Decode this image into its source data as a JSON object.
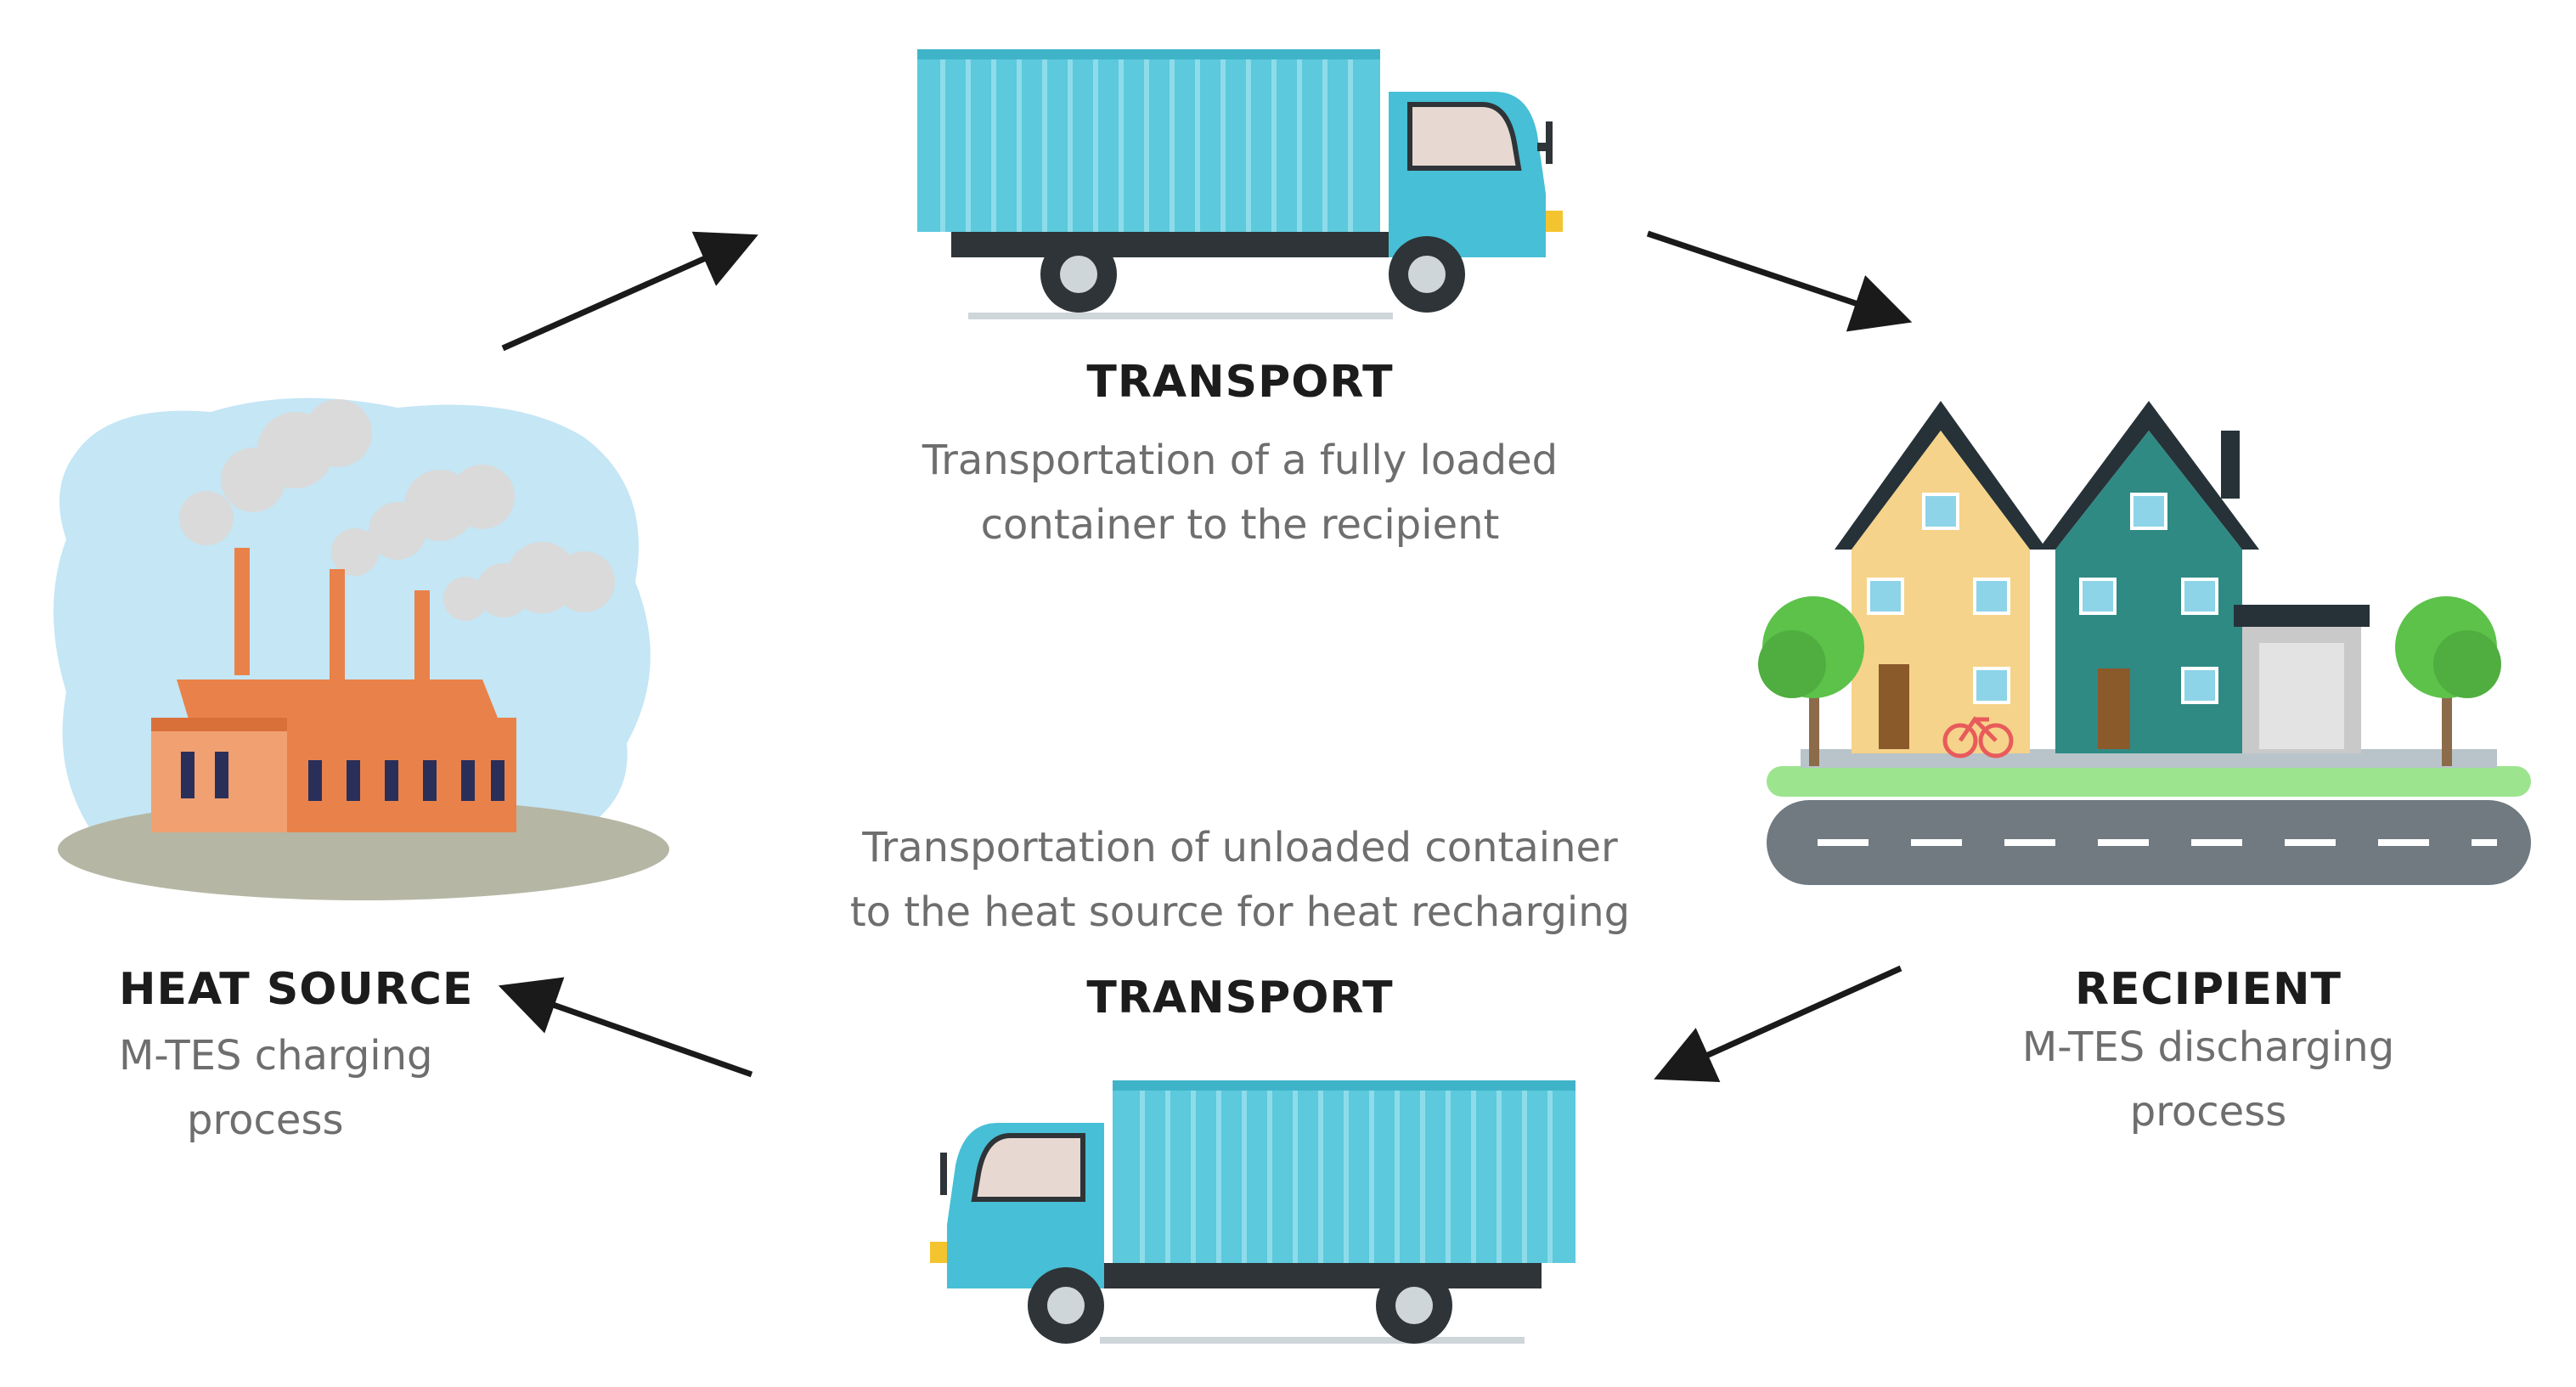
{
  "nodes": {
    "transport_top": {
      "title": "TRANSPORT",
      "desc_line1": "Transportation of a fully loaded",
      "desc_line2": "container to the recipient"
    },
    "transport_bottom": {
      "title": "TRANSPORT",
      "desc_line1": "Transportation of unloaded container",
      "desc_line2": "to the heat source for heat recharging"
    },
    "heat_source": {
      "title": "HEAT SOURCE",
      "desc_line1": "M-TES charging",
      "desc_line2": "process"
    },
    "recipient": {
      "title": "RECIPIENT",
      "desc_line1": "M-TES discharging",
      "desc_line2": "process"
    }
  },
  "colors": {
    "truck_container": "#5cc9dc",
    "truck_cab": "#47bfd6",
    "factory_body": "#e9824a",
    "sky": "#c4e6f5",
    "house_left": "#f6d38a",
    "house_right": "#2f8a84",
    "road": "#707a80",
    "tree": "#5cc24a",
    "arrow": "#1a1a1a"
  }
}
